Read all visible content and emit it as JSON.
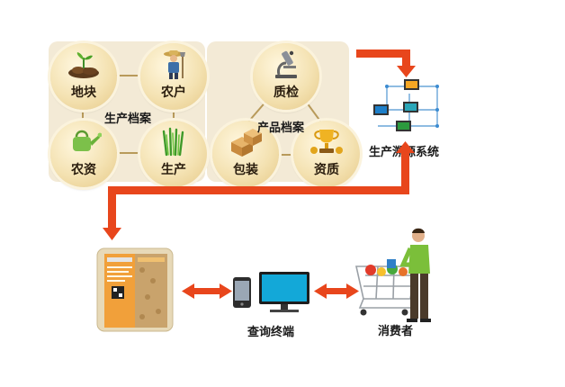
{
  "production_file": {
    "title": "生产档案",
    "nodes": [
      {
        "label": "地块",
        "icon": "soil-seedling-icon"
      },
      {
        "label": "农户",
        "icon": "farmer-icon"
      },
      {
        "label": "农资",
        "icon": "watering-can-icon"
      },
      {
        "label": "生产",
        "icon": "crop-icon"
      }
    ]
  },
  "product_file": {
    "title": "产品档案",
    "nodes": [
      {
        "label": "质检",
        "icon": "microscope-icon"
      },
      {
        "label": "包装",
        "icon": "package-boxes-icon"
      },
      {
        "label": "资质",
        "icon": "trophy-icon"
      }
    ]
  },
  "traceability_system": {
    "label": "生产溯源系统",
    "icon": "network-computers-icon"
  },
  "query_terminal": {
    "label": "查询终端",
    "icons": [
      "mobile-phone-icon",
      "monitor-icon"
    ]
  },
  "consumer": {
    "label": "消费者",
    "icon": "shopper-cart-icon"
  },
  "product_bag": {
    "icon": "product-bag-icon"
  },
  "colors": {
    "arrow": "#e8461c",
    "panel": "#f3ead6",
    "node": "#f4e2b2"
  }
}
